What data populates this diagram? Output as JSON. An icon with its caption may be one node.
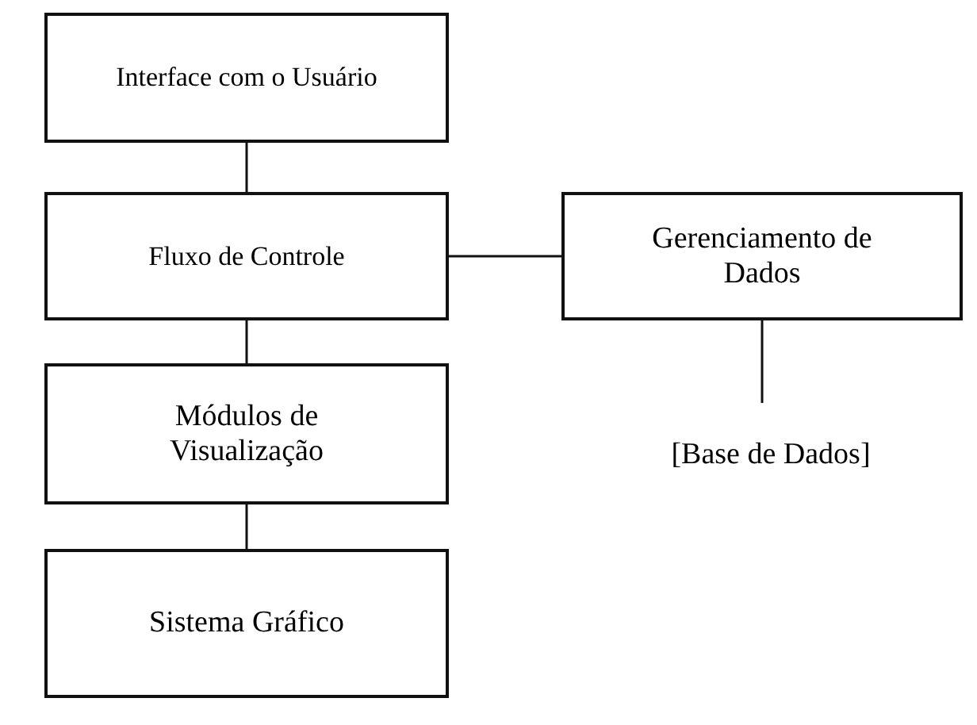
{
  "diagram": {
    "nodes": [
      {
        "text": [
          "Interface com o Usuário"
        ]
      },
      {
        "text": [
          "Fluxo de Controle"
        ]
      },
      {
        "text": [
          "Módulos de Visualização"
        ]
      },
      {
        "text": [
          "Sistema Gráfico"
        ]
      },
      {
        "text": [
          "Gerenciamento de Dados"
        ]
      },
      {
        "text": [
          "[Base de Dados]"
        ]
      }
    ],
    "edges": [
      {
        "from": 0,
        "to": 1,
        "arrow": "none"
      },
      {
        "from": 1,
        "to": 2,
        "arrow": "none"
      },
      {
        "from": 2,
        "to": 3,
        "arrow": "none"
      },
      {
        "from": 1,
        "to": 4,
        "arrow": "none"
      },
      {
        "from": 4,
        "to": 5,
        "arrow": "none"
      }
    ]
  }
}
